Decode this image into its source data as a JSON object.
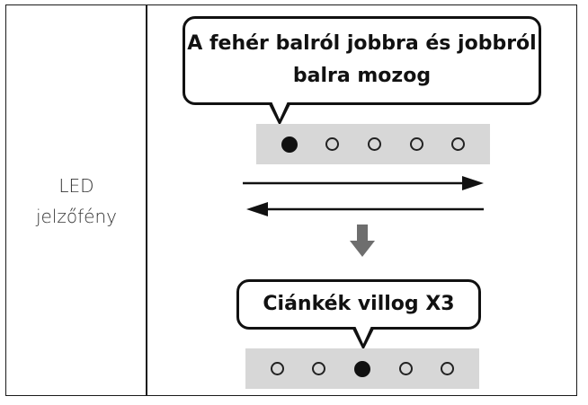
{
  "row": {
    "label_line1": "LED",
    "label_line2": "jelzőfény"
  },
  "step1": {
    "bubble_line1": "A fehér balról jobbra és jobbról",
    "bubble_line2": "balra mozog",
    "leds_lit": [
      true,
      false,
      false,
      false,
      false
    ]
  },
  "step2": {
    "bubble_text": "Ciánkék villog X3",
    "leds_lit": [
      false,
      false,
      true,
      false,
      false
    ]
  },
  "colors": {
    "strip_background": "#d7d7d7",
    "arrow_down": "#6e6e6e",
    "border": "#1a1a1a"
  }
}
